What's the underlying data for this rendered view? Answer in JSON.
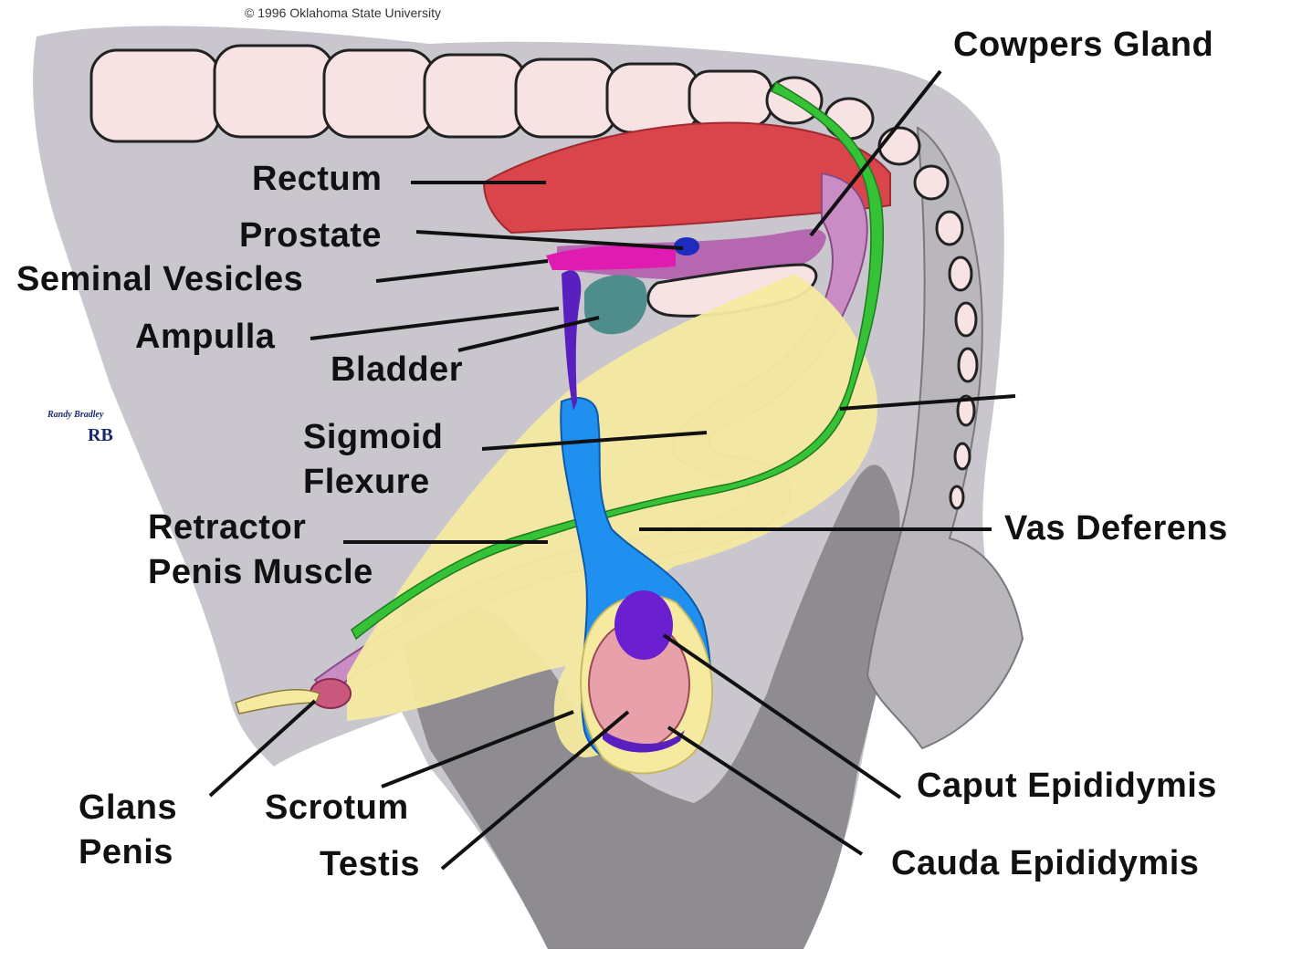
{
  "copyright": "© 1996 Oklahoma State University",
  "artist": {
    "signature": "Randy Bradley",
    "initials": "RB"
  },
  "labels": {
    "cowpers_gland": "Cowpers Gland",
    "rectum": "Rectum",
    "prostate": "Prostate",
    "seminal_vesicles": "Seminal Vesicles",
    "ampulla": "Ampulla",
    "bladder": "Bladder",
    "sigmoid_flexure_line1": "Sigmoid",
    "sigmoid_flexure_line2": "Flexure",
    "retractor_line1": "Retractor",
    "retractor_line2": "Penis Muscle",
    "vas_deferens": "Vas Deferens",
    "caput_epididymis": "Caput Epididymis",
    "cauda_epididymis": "Cauda Epididymis",
    "glans_line1": "Glans",
    "glans_line2": "Penis",
    "scrotum": "Scrotum",
    "testis": "Testis"
  },
  "colors": {
    "body_gray": "#c9c6cd",
    "leg_gray": "#8e8c90",
    "vertebra": "#f7e2e4",
    "rectum": "#d9454a",
    "urethra_pink": "#c98cc4",
    "prostate_blue": "#1f2bbf",
    "seminal_magenta": "#e01bb2",
    "bladder_teal": "#4f8c8c",
    "yellow_fat": "#f6eaa0",
    "vas_green": "#36c236",
    "spermatic_blue": "#1f8ff0",
    "duct_purple": "#5a1fbf",
    "testis_pink": "#e8a0ab",
    "leader_line": "#111111"
  }
}
